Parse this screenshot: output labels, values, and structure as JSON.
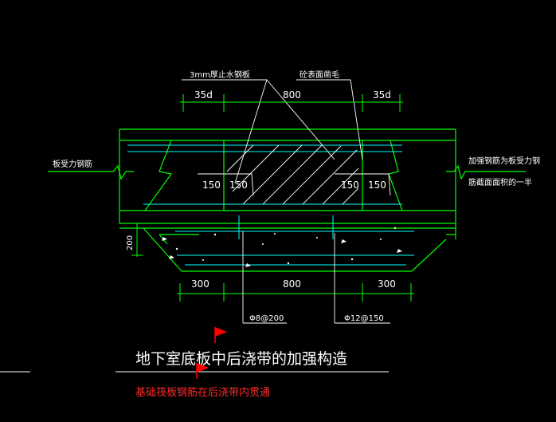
{
  "labels": {
    "steel_plate": "3mm厚止水钢板",
    "chisel_surface": "砼表面凿毛",
    "left_rebar": "板受力钢筋",
    "right_rebar_line1": "加强钢筋为板受力钢",
    "right_rebar_line2": "筋截面面积的一半",
    "dim_35d_left": "35d",
    "dim_800_top": "800",
    "dim_35d_right": "35d",
    "dim_150_a": "150",
    "dim_150_b": "150",
    "dim_150_c": "150",
    "dim_150_d": "150",
    "dim_200": "200",
    "dim_300_left": "300",
    "dim_800_bottom": "800",
    "dim_300_right": "300",
    "rebar_phi8": "Φ8@200",
    "rebar_phi12": "Φ12@150"
  },
  "title": "地下室底板中后浇带的加强构造",
  "note": "基础筏板钢筋在后浇带内贯通",
  "colors": {
    "background": "#000000",
    "structure": "#00ff00",
    "rebar": "#00ffff",
    "text": "#ffffff",
    "note": "#ff2a2a",
    "flag": "#ff0000",
    "accent_line": "#ffff66"
  }
}
